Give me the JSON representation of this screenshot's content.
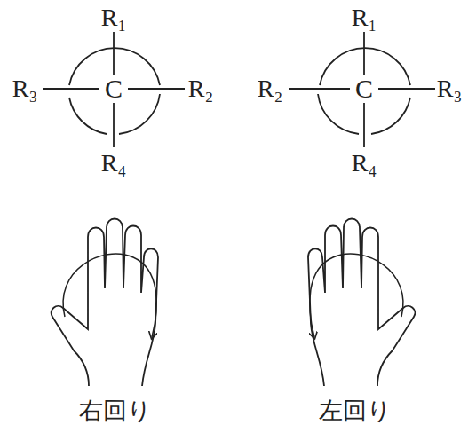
{
  "diagram": {
    "labels": [
      "R₁",
      "R₃",
      "C",
      "R₂",
      "R₄",
      "R₁",
      "R₂",
      "C",
      "R₃",
      "R₄",
      "右回り",
      "左回り"
    ]
  }
}
